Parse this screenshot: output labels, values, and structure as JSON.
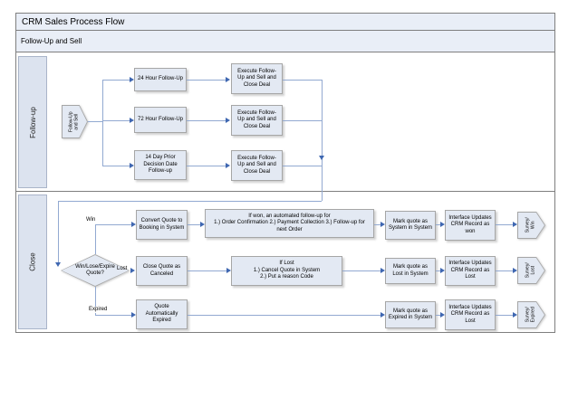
{
  "title": "CRM Sales Process Flow",
  "subtitle": "Follow-Up and Sell",
  "lane1": {
    "label": "Follow-up",
    "start": "Follow-Up\nand Sell",
    "step1": "24 Hour Follow-Up",
    "step2": "72 Hour Follow-Up",
    "step3": "14 Day Prior\nDecision Date\nFollow-up",
    "exec1": "Execute Follow-\nUp and Sell and\nClose Deal",
    "exec2": "Execute Follow-\nUp and Sell and\nClose Deal",
    "exec3": "Execute Follow-\nUp and Sell and\nClose Deal"
  },
  "lane2": {
    "label": "Close",
    "decision": "Win/Lose/Expire\nQuote?",
    "branch_win": {
      "label": "Win",
      "step1": "Convert Quote to\nBooking in System",
      "step2": "If won, an automated follow-up for\n1.) Order Confirmation 2.) Payment Collection 3.) Follow-up for\nnext Order",
      "step3": "Mark quote as\nSystem in System",
      "step4": "Interface Updates\nCRM Record as\nwon",
      "end": "Survey/\nWin"
    },
    "branch_lost": {
      "label": "Lost",
      "step1": "Close Quote as\nCanceled",
      "step2": "If Lost\n1.) Cancel Quote in System\n2.) Put a reason Code",
      "step3": "Mark quote as\nLost in System",
      "step4": "Interface Updates\nCRM Record as\nLost",
      "end": "Survey/\nLost"
    },
    "branch_expired": {
      "label": "Expired",
      "step1": "Quote\nAutomatically\nExpired",
      "step2": "Mark quote as\nExpired in System",
      "step3": "Interface Updates\nCRM Record as\nLost",
      "end": "Survey/\nExpired"
    }
  },
  "colors": {
    "header_fill": "#e9eef7",
    "lane_fill": "#dce3ef",
    "shape_fill": "#e3e9f3",
    "shape_border": "#a6a6a6",
    "connector_line": "#92a9d1",
    "arrowhead": "#3f67b1",
    "frame_border": "#7f7f7f"
  }
}
